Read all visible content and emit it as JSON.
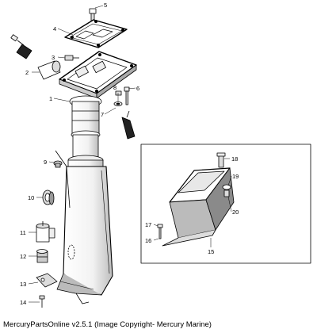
{
  "caption": "MercuryPartsOnline v2.5.1 (Image Copyright- Mercury Marine)",
  "callouts": [
    {
      "id": "1",
      "label": "1"
    },
    {
      "id": "2",
      "label": "2"
    },
    {
      "id": "3",
      "label": "3"
    },
    {
      "id": "4",
      "label": "4"
    },
    {
      "id": "5",
      "label": "5"
    },
    {
      "id": "6",
      "label": "6"
    },
    {
      "id": "7",
      "label": "7"
    },
    {
      "id": "8",
      "label": "8"
    },
    {
      "id": "9",
      "label": "9"
    },
    {
      "id": "10",
      "label": "10"
    },
    {
      "id": "11",
      "label": "11"
    },
    {
      "id": "12",
      "label": "12"
    },
    {
      "id": "13",
      "label": "13"
    },
    {
      "id": "14",
      "label": "14"
    },
    {
      "id": "15",
      "label": "15"
    },
    {
      "id": "16",
      "label": "16"
    },
    {
      "id": "17",
      "label": "17"
    },
    {
      "id": "18",
      "label": "18"
    },
    {
      "id": "19",
      "label": "19"
    },
    {
      "id": "20",
      "label": "20"
    }
  ],
  "colors": {
    "line": "#000000",
    "fill": "#ffffff",
    "shade": "#d8d8d8",
    "dark": "#555555"
  }
}
